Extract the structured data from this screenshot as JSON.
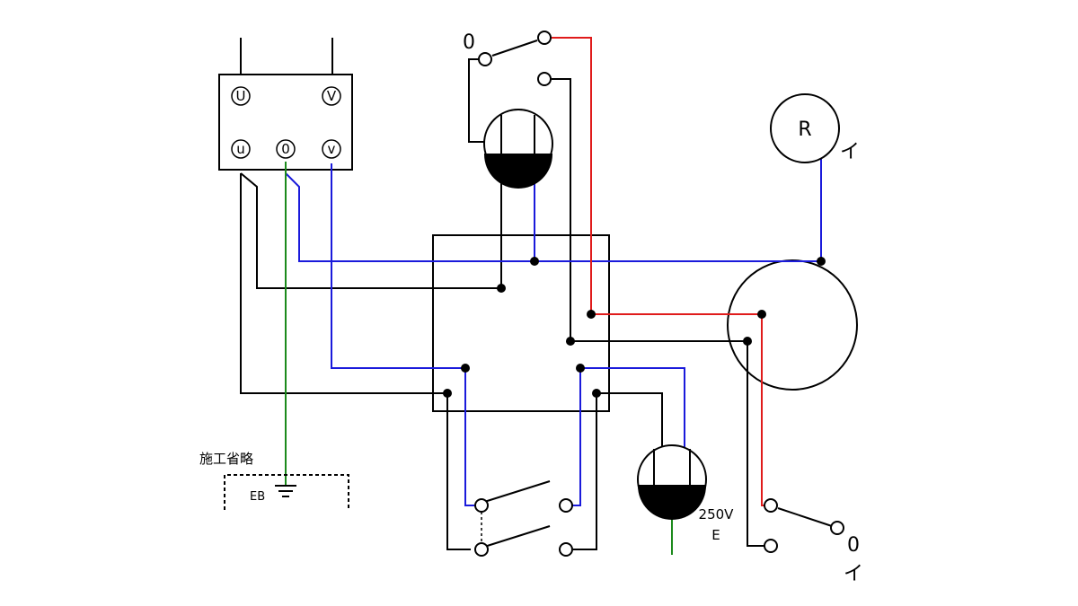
{
  "labels": {
    "transformer_U": "U",
    "transformer_V": "V",
    "transformer_u": "u",
    "transformer_0": "0",
    "transformer_v": "v",
    "switch_top_zero": "0",
    "lamp_R": "R",
    "i_top": "イ",
    "omit_text": "施工省略",
    "eb": "EB",
    "outlet_rating": "250V",
    "outlet_e": "E",
    "switch_right_zero": "0",
    "i_bottom": "イ"
  },
  "colors": {
    "black": "#000000",
    "blue": "#1a1adb",
    "red": "#e01b1b",
    "green": "#1c8a1c"
  }
}
